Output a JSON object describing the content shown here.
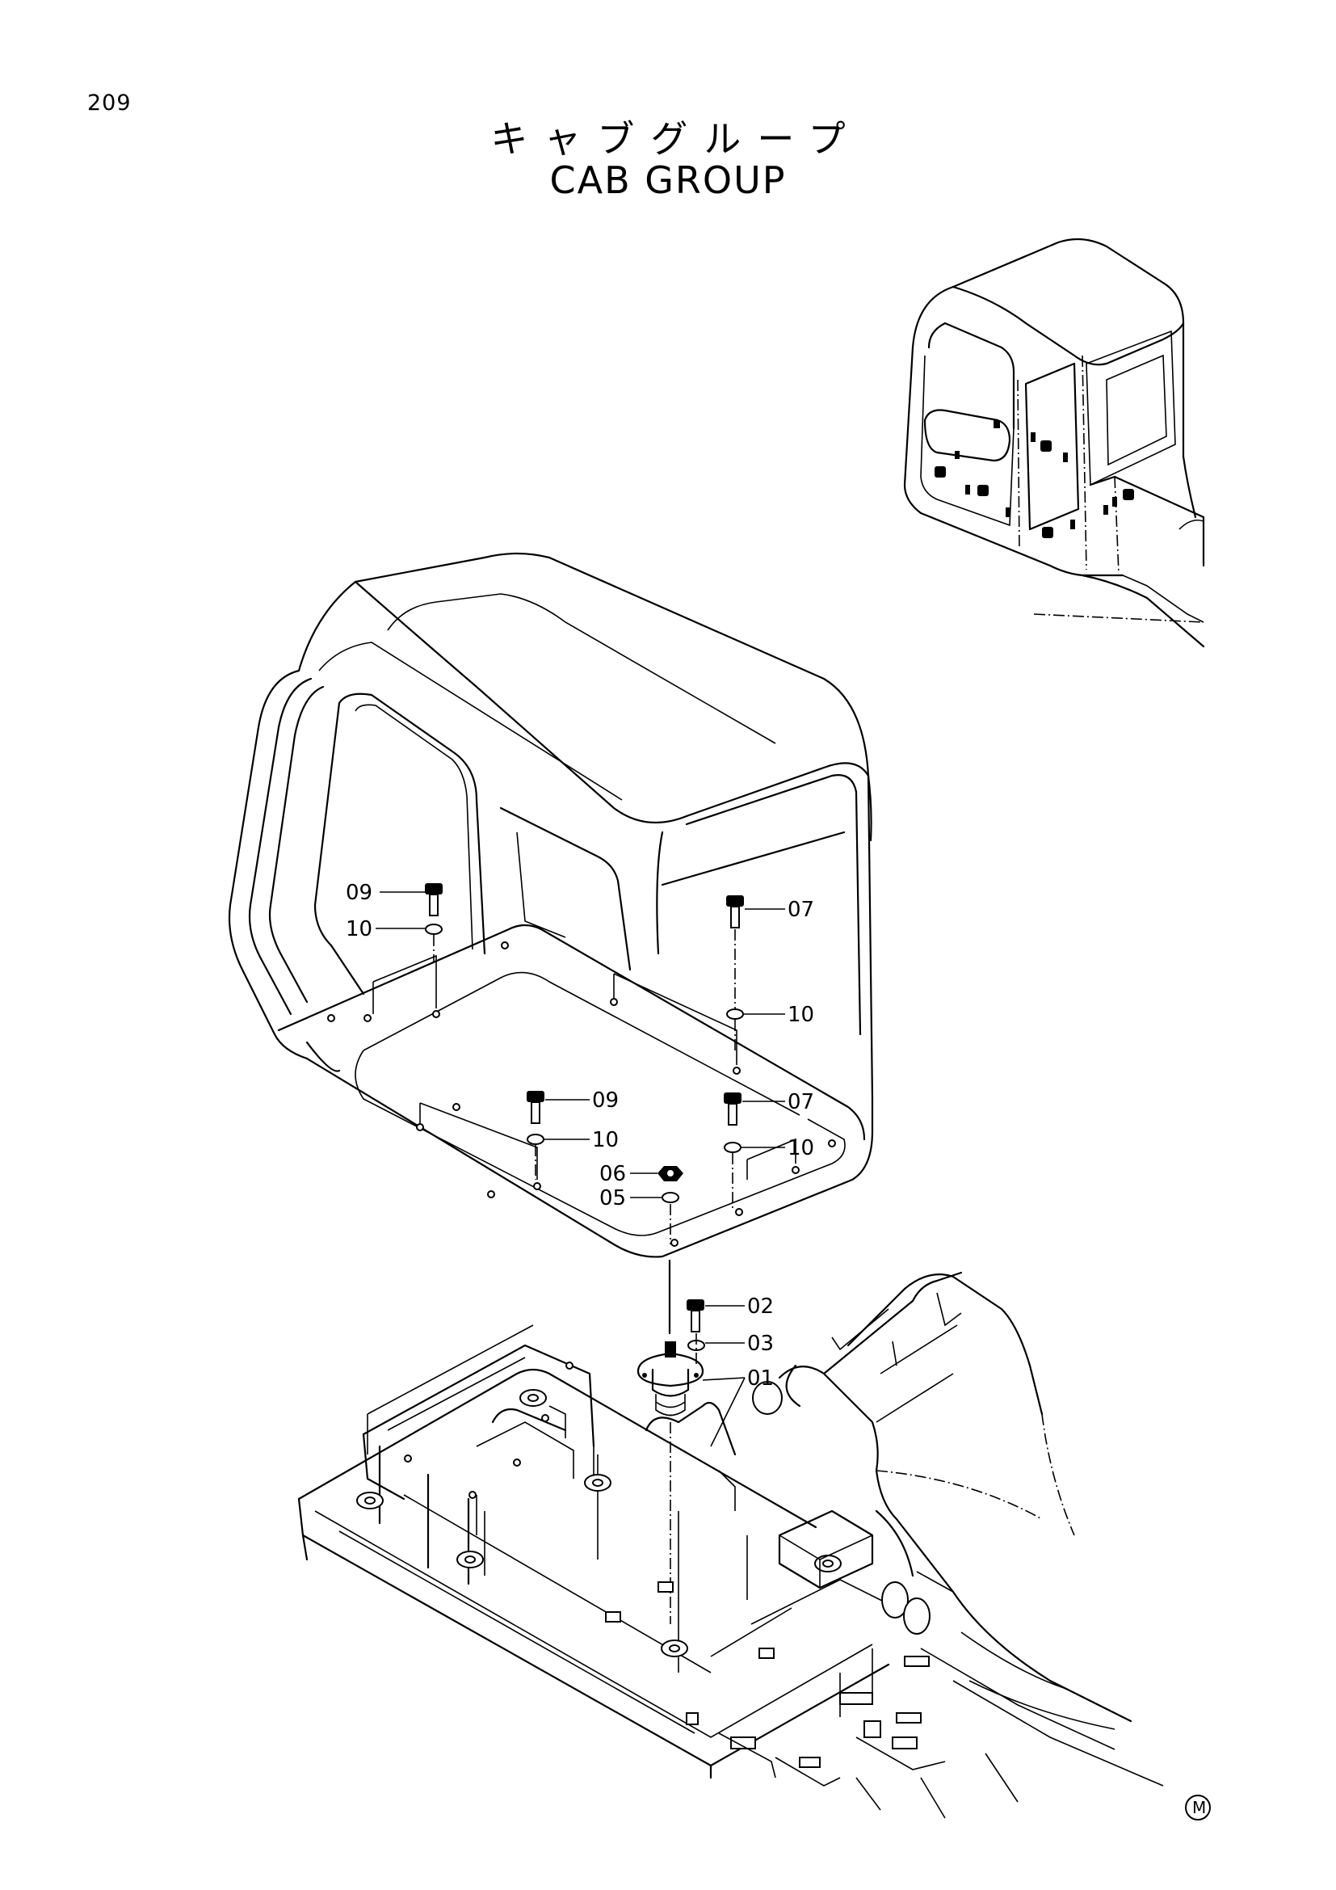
{
  "header": {
    "page_number": "209",
    "title_jp": "キャブグループ",
    "title_en": "CAB GROUP"
  },
  "callouts": [
    {
      "id": "c1",
      "label": "09"
    },
    {
      "id": "c2",
      "label": "10"
    },
    {
      "id": "c3",
      "label": "07"
    },
    {
      "id": "c4",
      "label": "10"
    },
    {
      "id": "c5",
      "label": "09"
    },
    {
      "id": "c6",
      "label": "10"
    },
    {
      "id": "c7",
      "label": "07"
    },
    {
      "id": "c8",
      "label": "10"
    },
    {
      "id": "c9",
      "label": "06"
    },
    {
      "id": "c10",
      "label": "05"
    },
    {
      "id": "c11",
      "label": "02"
    },
    {
      "id": "c12",
      "label": "03"
    },
    {
      "id": "c13",
      "label": "01"
    }
  ],
  "footer": {
    "mark": "M"
  }
}
